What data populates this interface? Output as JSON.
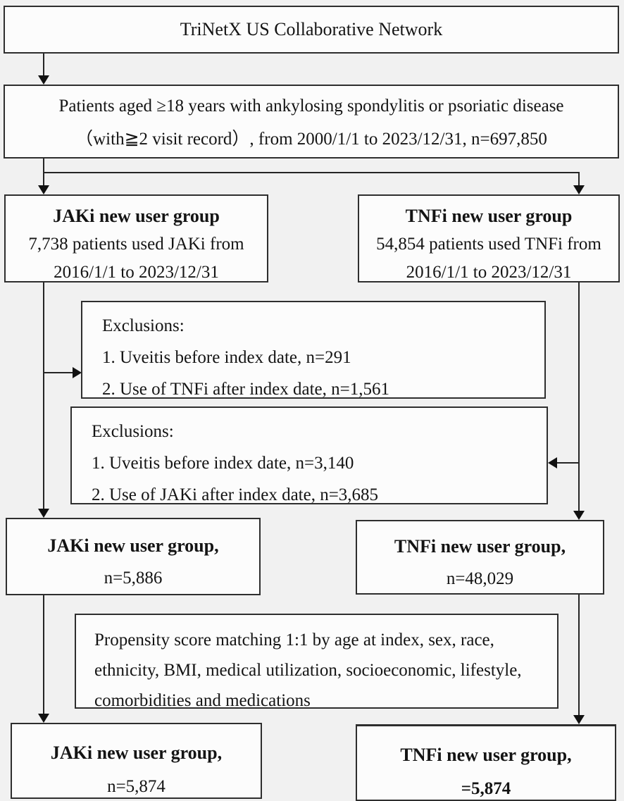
{
  "figure_title": "Patient selection flowchart",
  "colors": {
    "background": "#f1f1f1",
    "box_fill": "#fcfcfc",
    "border": "#2e2e2e",
    "text": "#141414"
  },
  "boxes": {
    "source": {
      "text": "TriNetX US Collaborative Network"
    },
    "population": {
      "line1": "Patients aged ≥18 years with ankylosing spondylitis or psoriatic disease",
      "line2": "（with≧2 visit record）, from 2000/1/1 to 2023/12/31, n=697,850"
    },
    "jaki_initial": {
      "title": "JAKi new user group",
      "line1": "7,738 patients used JAKi from",
      "line2": "2016/1/1 to 2023/12/31"
    },
    "tnfi_initial": {
      "title": "TNFi new user group",
      "line1": "54,854 patients used TNFi from",
      "line2": "2016/1/1 to 2023/12/31"
    },
    "jaki_exclusions": {
      "title": "Exclusions:",
      "item1": "1. Uveitis before index date, n=291",
      "item2": "2. Use of TNFi after index date, n=1,561"
    },
    "tnfi_exclusions": {
      "title": "Exclusions:",
      "item1": "1. Uveitis before index date, n=3,140",
      "item2": "2. Use of JAKi after index date, n=3,685"
    },
    "jaki_eligible": {
      "title": "JAKi new user group,",
      "line1": "n=5,886"
    },
    "tnfi_eligible": {
      "title": "TNFi new user group,",
      "line1": "n=48,029"
    },
    "psm": {
      "line1": "Propensity score matching 1:1 by age at index, sex, race,",
      "line2": "ethnicity, BMI, medical utilization, socioeconomic, lifestyle,",
      "line3": "comorbidities and medications"
    },
    "jaki_matched": {
      "title": "JAKi new user group,",
      "line1": "n=5,874"
    },
    "tnfi_matched": {
      "title": "TNFi new user group,",
      "line1": "=5,874"
    }
  }
}
